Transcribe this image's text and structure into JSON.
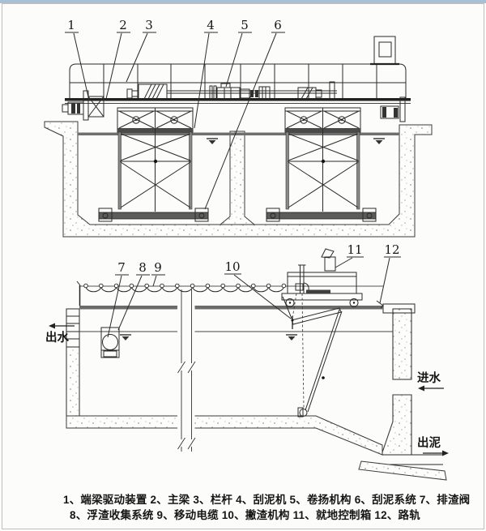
{
  "drawing": {
    "description": "sludge-scraper-two-view-section-drawing",
    "views": [
      "cross-section",
      "longitudinal-section"
    ]
  },
  "callouts": [
    {
      "num": "1",
      "name": "端梁驱动装置"
    },
    {
      "num": "2",
      "name": "主梁"
    },
    {
      "num": "3",
      "name": "栏杆"
    },
    {
      "num": "4",
      "name": "刮泥机"
    },
    {
      "num": "5",
      "name": "卷扬机构"
    },
    {
      "num": "6",
      "name": "刮泥系统"
    },
    {
      "num": "7",
      "name": "排渣阀"
    },
    {
      "num": "8",
      "name": "浮渣收集系统"
    },
    {
      "num": "9",
      "name": "移动电缆"
    },
    {
      "num": "10",
      "name": "撇渣机构"
    },
    {
      "num": "11",
      "name": "就地控制箱"
    },
    {
      "num": "12",
      "name": "路轨"
    }
  ],
  "flow": {
    "outlet": "出水",
    "inlet": "进水",
    "sludge": "出泥"
  },
  "legend": {
    "line1": "1、端梁驱动装置 2、主梁 3、栏杆 4、刮泥机 5、卷扬机构 6、刮泥系统 7、排渣阀",
    "line2": "8、浮渣收集系统 9、移动电缆 10、撇渣机构 11、就地控制箱 12、路轨"
  },
  "colors": {
    "top_bar": "#a8bfd6",
    "border": "#bfbfbf",
    "line": "#2a2a2a",
    "steel_gray": "#6b6b6b",
    "dark_fill": "#3f3f3f",
    "background": "#fcfcfb"
  }
}
